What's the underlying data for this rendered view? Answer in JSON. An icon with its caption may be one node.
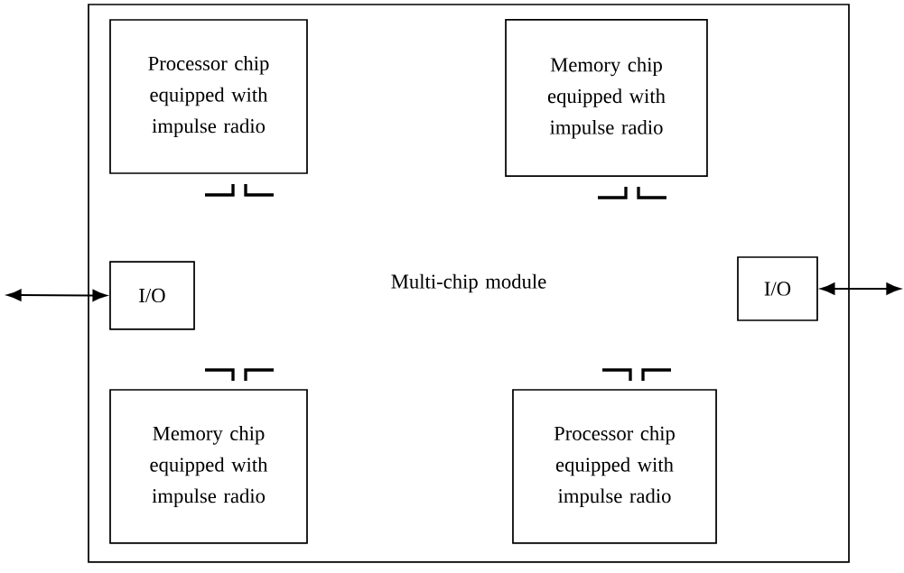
{
  "diagram": {
    "nodes": [
      {
        "text": [
          "Multi-chip module"
        ]
      },
      {
        "text": [
          "Processor chip equipped with impulse radio"
        ],
        "in": 0
      },
      {
        "text": [
          "Memory chip equipped with impulse radio"
        ],
        "in": 0
      },
      {
        "text": [
          "I/O"
        ],
        "in": 0
      },
      {
        "text": [
          "I/O"
        ],
        "in": 0
      },
      {
        "text": [
          "Memory chip equipped with impulse radio"
        ],
        "in": 0
      },
      {
        "text": [
          "Processor chip equipped with impulse radio"
        ],
        "in": 0
      }
    ],
    "edges": [
      {
        "from": null,
        "to": 3,
        "arrow": "both"
      },
      {
        "from": 4,
        "to": null,
        "arrow": "both"
      }
    ]
  }
}
